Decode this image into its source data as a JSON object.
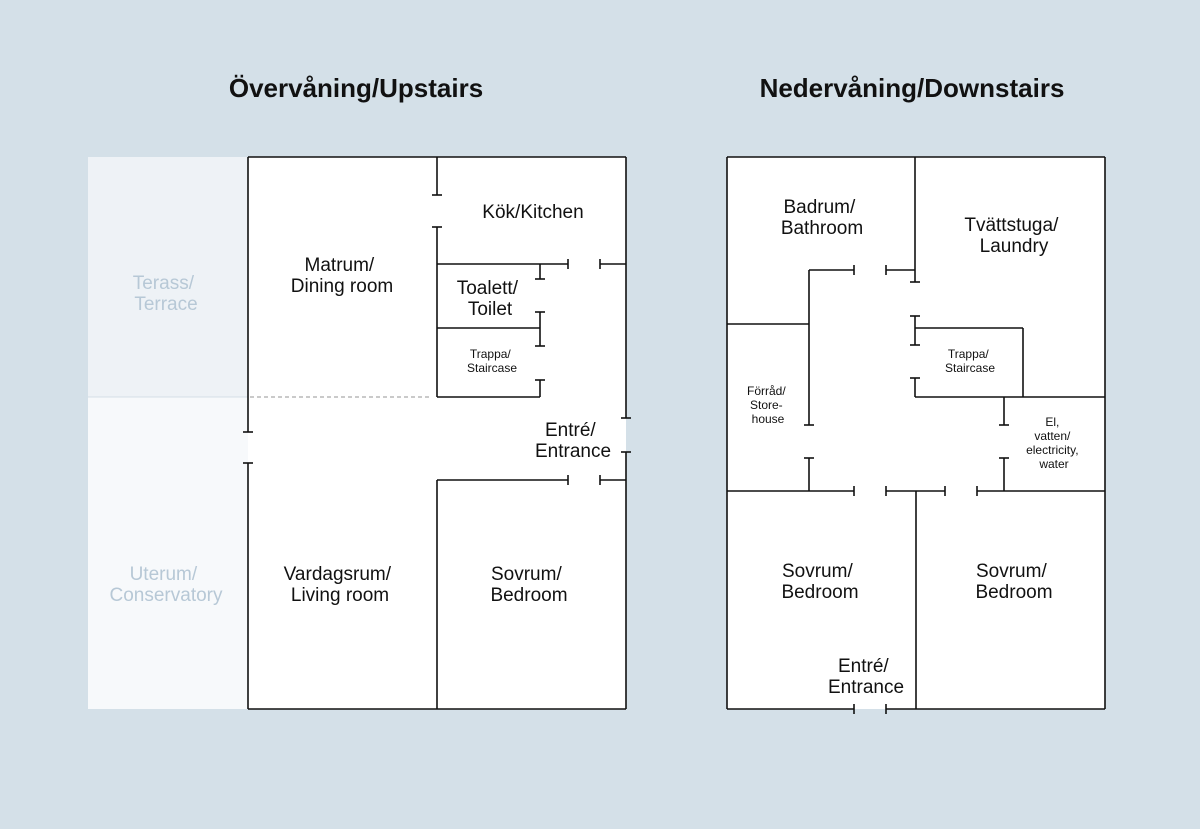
{
  "upstairs": {
    "title": "Övervåning/Upstairs",
    "terrace": [
      "Terass/",
      "Terrace"
    ],
    "conservatory": [
      "Uterum/",
      "Conservatory"
    ],
    "dining": [
      "Matrum/",
      "Dining room"
    ],
    "kitchen": [
      "Kök/Kitchen"
    ],
    "toilet": [
      "Toalett/",
      "Toilet"
    ],
    "staircase": [
      "Trappa/",
      "Staircase"
    ],
    "entrance": [
      "Entré/",
      "Entrance"
    ],
    "living": [
      "Vardagsrum/",
      "Living room"
    ],
    "bedroom": [
      "Sovrum/",
      "Bedroom"
    ]
  },
  "downstairs": {
    "title": "Nedervåning/Downstairs",
    "bathroom": [
      "Badrum/",
      "Bathroom"
    ],
    "laundry": [
      "Tvättstuga/",
      "Laundry"
    ],
    "storehouse": [
      "Förråd/",
      "Store-",
      "house"
    ],
    "staircase": [
      "Trappa/",
      "Staircase"
    ],
    "electricity": [
      "El,",
      "vatten/",
      "electricity,",
      "water"
    ],
    "bedroom_left": [
      "Sovrum/",
      "Bedroom"
    ],
    "bedroom_right": [
      "Sovrum/",
      "Bedroom"
    ],
    "entrance": [
      "Entré/",
      "Entrance"
    ]
  }
}
